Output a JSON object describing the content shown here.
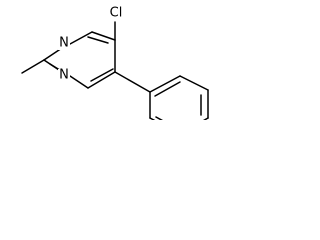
{
  "molecule": {
    "atoms": {
      "chlorine": "Cl",
      "nitrogen_top": "N",
      "nitrogen_bottom": "N"
    }
  }
}
